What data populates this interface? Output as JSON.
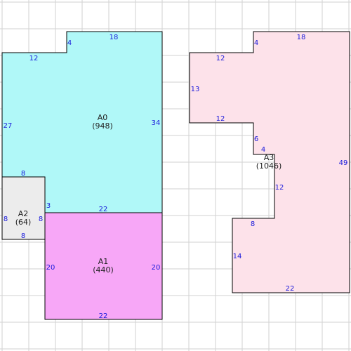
{
  "colors": {
    "grid": "#d2d2d2",
    "outline": "#000000",
    "dimension_text": "#1a1adb",
    "label_text": "#222222",
    "A0_fill": "#b0f8f8",
    "A1_fill": "#f7a7f7",
    "A2_fill": "#ececec",
    "A3_fill": "#fde2ea"
  },
  "regions": [
    {
      "id": "A0",
      "name": "A0",
      "area": "(948)",
      "dimensions": [
        "4",
        "18",
        "12",
        "27",
        "34",
        "3",
        "22"
      ]
    },
    {
      "id": "A1",
      "name": "A1",
      "area": "(440)",
      "dimensions": [
        "20",
        "20",
        "22"
      ]
    },
    {
      "id": "A2",
      "name": "A2",
      "area": "(64)",
      "dimensions": [
        "8",
        "8",
        "8",
        "8"
      ]
    },
    {
      "id": "A3",
      "name": "A3",
      "area": "(1046)",
      "dimensions": [
        "4",
        "18",
        "12",
        "13",
        "12",
        "6",
        "4",
        "49",
        "12",
        "8",
        "14",
        "22"
      ]
    }
  ]
}
